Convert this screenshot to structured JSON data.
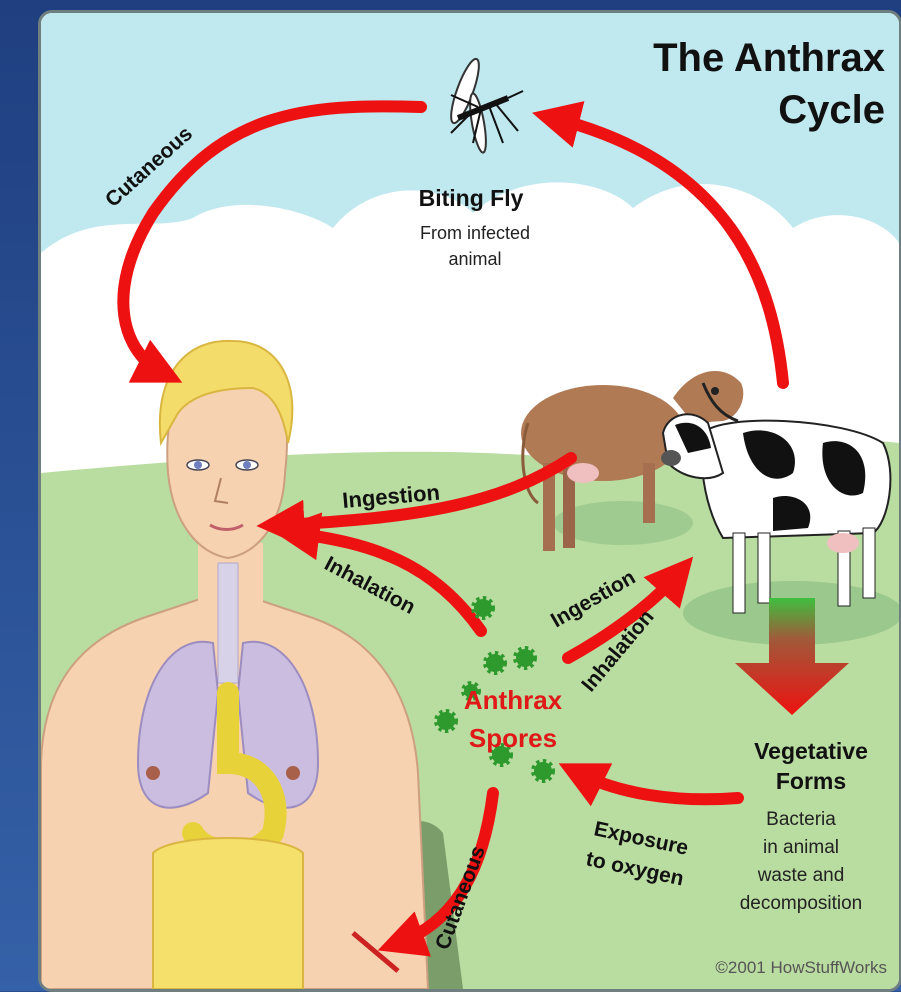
{
  "title": {
    "line1": "The Anthrax",
    "line2": "Cycle"
  },
  "fly": {
    "name": "Biting Fly",
    "desc1": "From infected",
    "desc2": "animal"
  },
  "routes": {
    "cutaneous_top": "Cutaneous",
    "ingestion_human": "Ingestion",
    "inhalation_human": "Inhalation",
    "ingestion_cow": "Ingestion",
    "inhalation_cow": "Inhalation",
    "cutaneous_bottom": "Cutaneous",
    "exposure1": "Exposure",
    "exposure2": "to oxygen"
  },
  "spores": {
    "line1": "Anthrax",
    "line2": "Spores"
  },
  "vegetative": {
    "title1": "Vegetative",
    "title2": "Forms",
    "desc1": "Bacteria",
    "desc2": "in animal",
    "desc3": "waste and",
    "desc4": "decomposition"
  },
  "credit": "©2001 HowStuffWorks",
  "colors": {
    "arrow": "#ee1111",
    "spore": "#2e9a2e",
    "sky": "#bfe8ef",
    "grass": "#b9dca0",
    "title_text": "#111111",
    "spore_label": "#e01818"
  }
}
